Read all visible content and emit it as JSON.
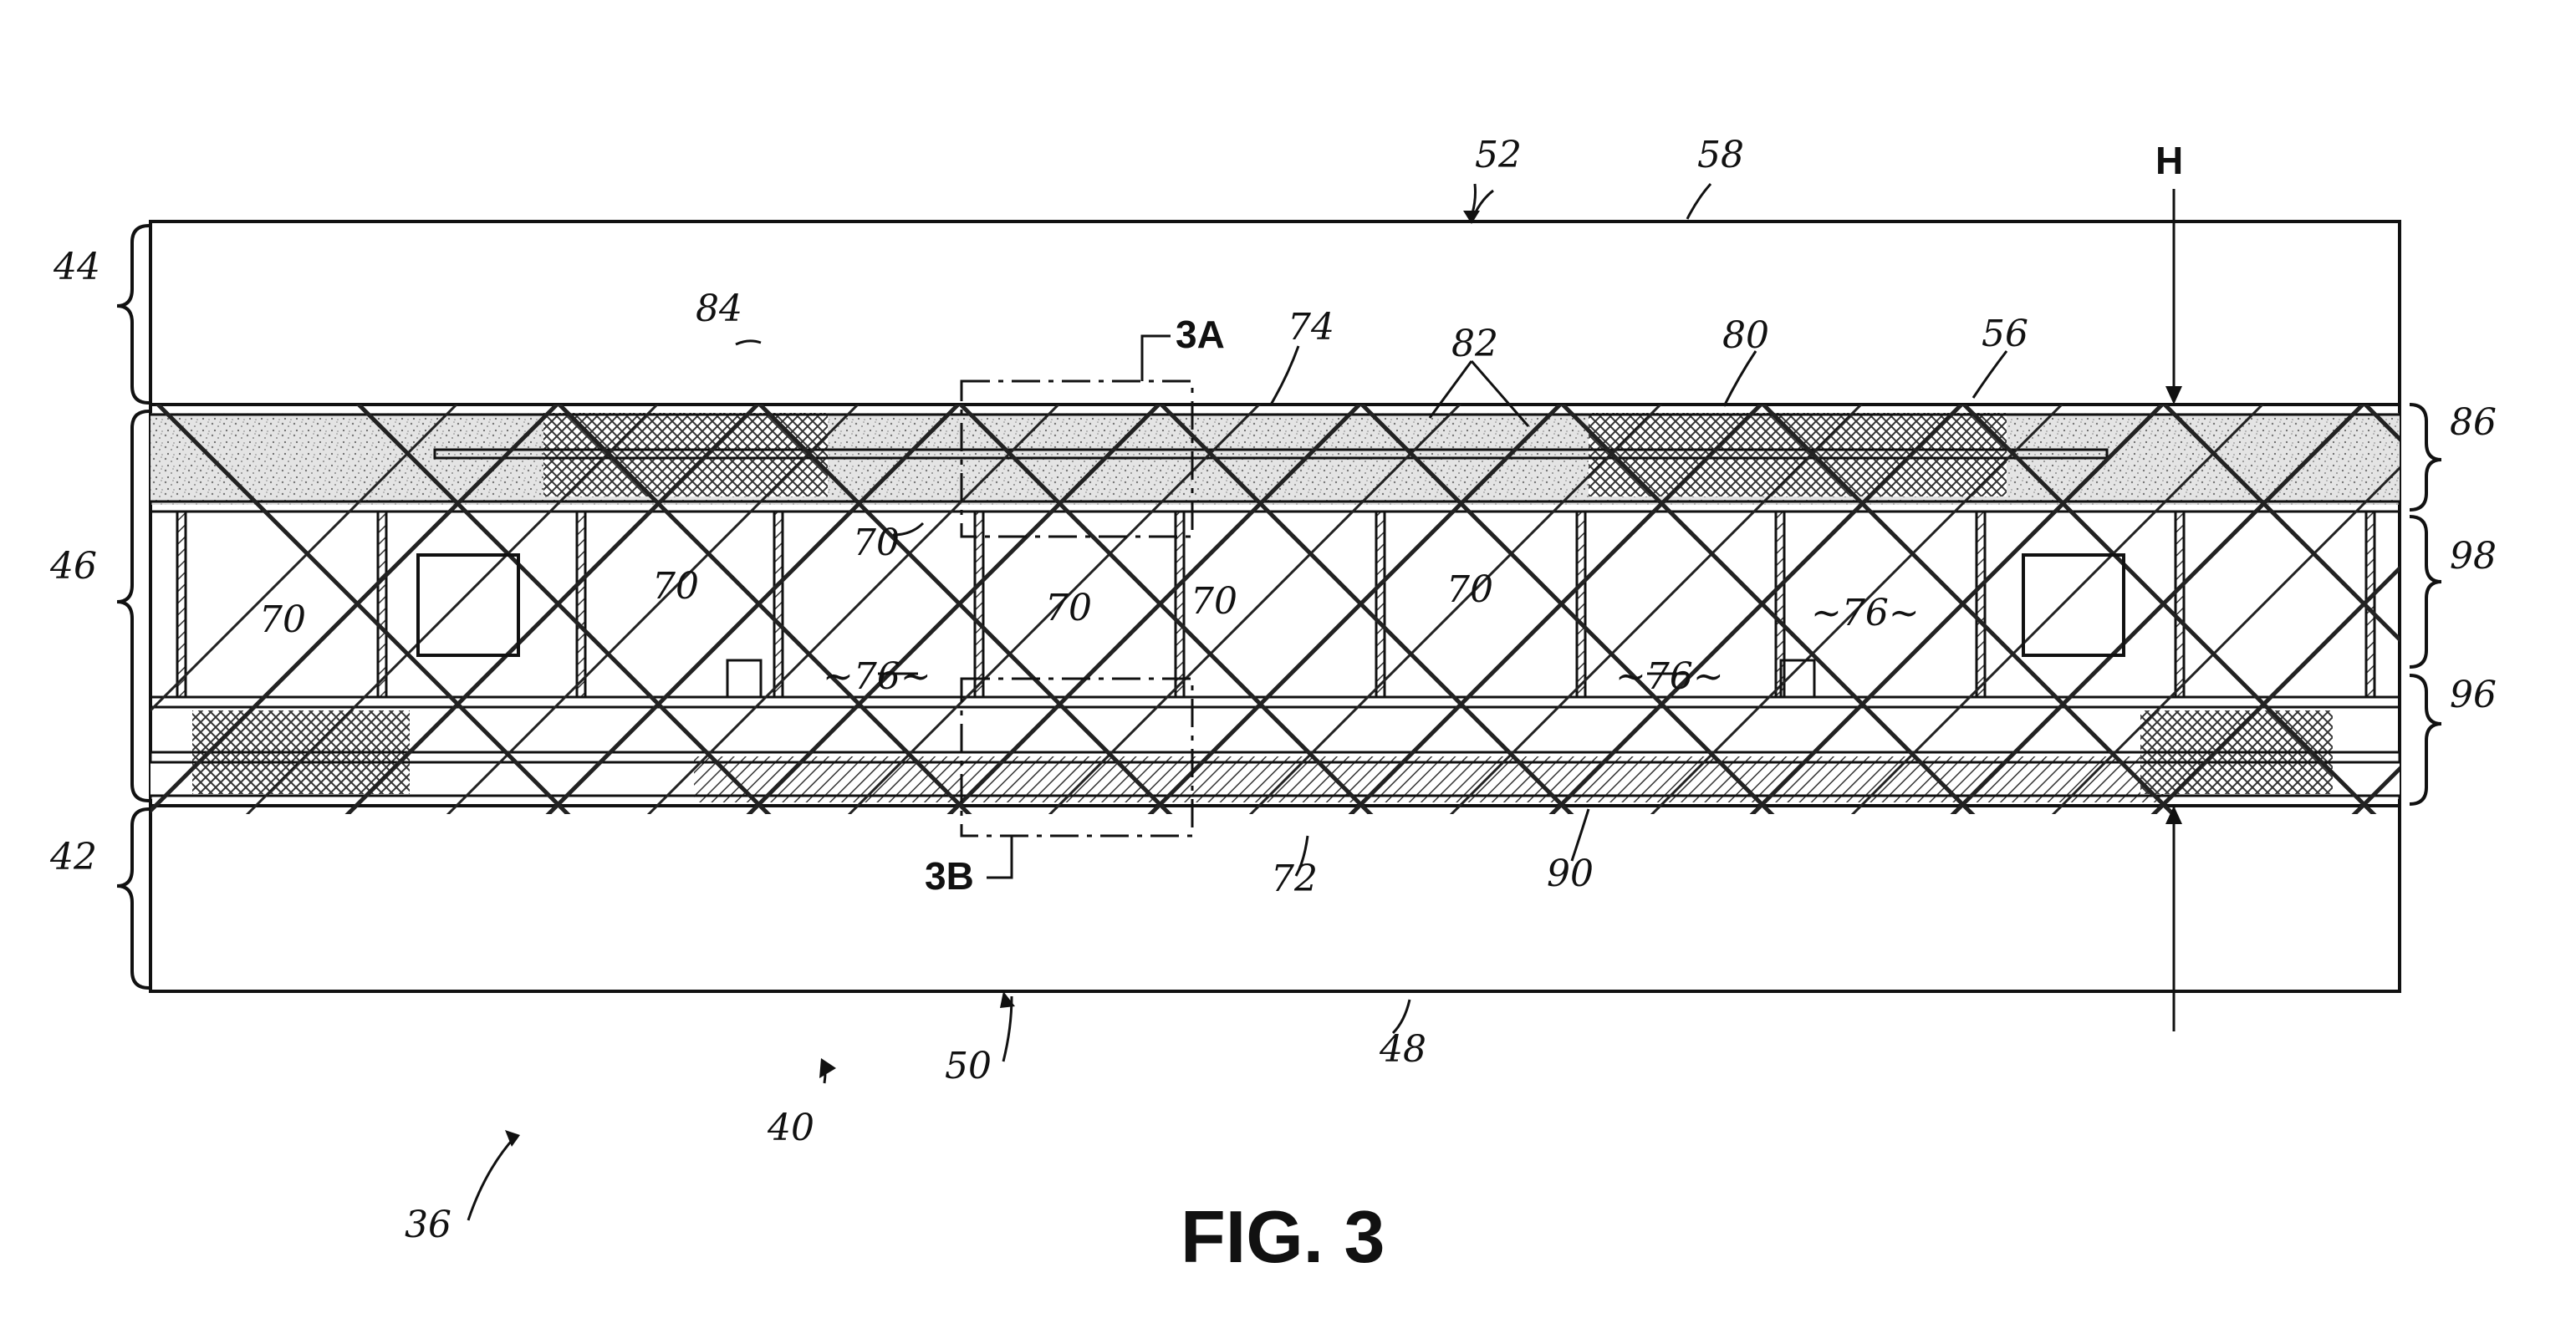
{
  "figure": {
    "caption": "FIG. 3",
    "labels": {
      "r36": "36",
      "r40": "40",
      "r42": "42",
      "r44": "44",
      "r46": "46",
      "r48": "48",
      "r50": "50",
      "r52": "52",
      "r56": "56",
      "r58": "58",
      "r70": "70",
      "r72": "72",
      "r74": "74",
      "r76": "~76~",
      "r80": "80",
      "r82": "82",
      "r84": "84",
      "r86": "86",
      "r90": "90",
      "r96": "96",
      "r98": "98",
      "H": "H",
      "v3A": "3A",
      "v3B": "3B"
    },
    "colors": {
      "ink": "#111111",
      "foam_fill": "#d9d9d9",
      "paper": "#ffffff"
    }
  }
}
